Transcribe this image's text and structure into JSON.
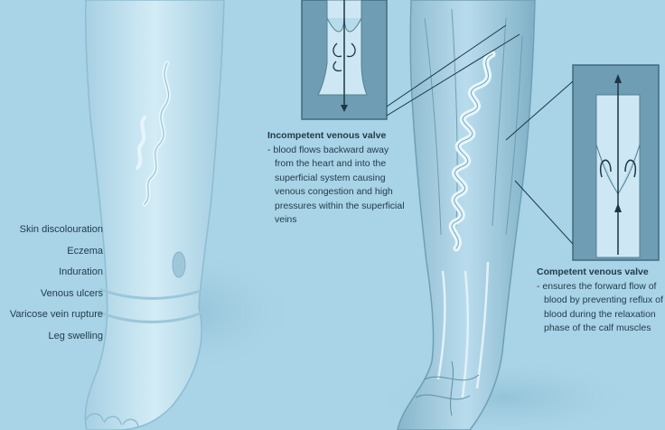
{
  "symptoms": [
    "Skin discolouration",
    "Eczema",
    "Induration",
    "Venous ulcers",
    "Varicose vein rupture",
    "Leg swelling"
  ],
  "incompetent_valve": {
    "title": "Incompetent venous valve",
    "description": "- blood flows backward away from the heart and into the superficial system causing venous congestion and high pressures within the superficial veins"
  },
  "competent_valve": {
    "title": "Competent venous valve",
    "description": "- ensures the forward flow of blood by preventing reflux of blood during the relaxation phase of the calf muscles"
  },
  "colors": {
    "background": "#a9d3e6",
    "leg": "#c9e6f2",
    "skin_shadow": "#8dbfd6",
    "inset_panel": "#6f9db3",
    "text": "#1f3a4c"
  }
}
